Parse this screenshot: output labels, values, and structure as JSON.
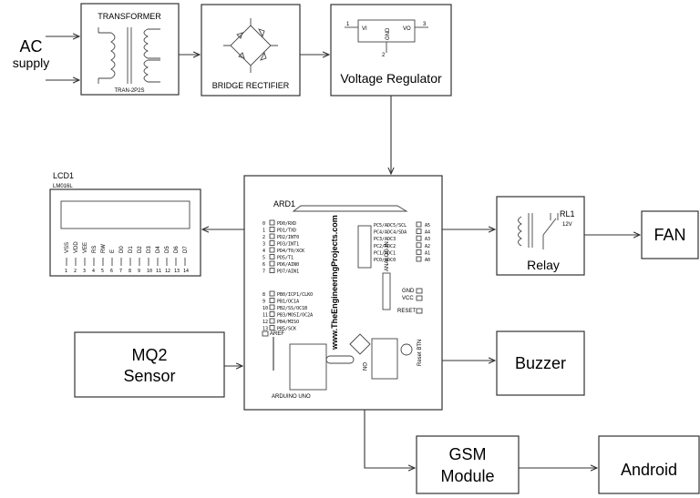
{
  "blocks": {
    "ac_supply": {
      "line1": "AC",
      "line2": "supply"
    },
    "transformer": {
      "label": "TRANSFORMER",
      "part": "TRAN-2P2S"
    },
    "rectifier": {
      "label": "BRIDGE RECTIFIER"
    },
    "regulator": {
      "label": "Voltage Regulator",
      "pin_vi": "VI",
      "pin_vo": "VO",
      "pin_gnd": "GND",
      "pin1": "1",
      "pin2": "2",
      "pin3": "3"
    },
    "lcd": {
      "name": "LCD1",
      "model": "LM016L",
      "pins": [
        "VSS",
        "VDD",
        "VEE",
        "RS",
        "RW",
        "E",
        "D0",
        "D1",
        "D2",
        "D3",
        "D4",
        "D5",
        "D6",
        "D7"
      ]
    },
    "arduino": {
      "name": "ARD1",
      "board": "ARDUINO UNO",
      "website": "www.TheEngineeringProjects.com",
      "reset_btn": "Reset BTN",
      "on": "ON",
      "analog_in": "ANALOG IN",
      "aref": "AREF",
      "gnd": "GND",
      "vcc": "VCC",
      "reset": "RESET"
    },
    "mq2": {
      "line1": "MQ2",
      "line2": "Sensor"
    },
    "relay": {
      "label": "Relay",
      "name": "RL1",
      "voltage": "12V"
    },
    "fan": {
      "label": "FAN"
    },
    "buzzer": {
      "label": "Buzzer"
    },
    "gsm": {
      "line1": "GSM",
      "line2": "Module"
    },
    "android": {
      "label": "Android"
    }
  },
  "arduino_pins": {
    "digital_left": [
      "0",
      "1",
      "2",
      "3",
      "4",
      "5",
      "6",
      "7",
      "8",
      "9",
      "10",
      "11",
      "12",
      "13"
    ],
    "digital_labels": [
      "PD0/RXD",
      "PD1/TXD",
      "PD2/INT0",
      "PD3/INT1",
      "PD4/T0/XCK",
      "PD5/T1",
      "PD6/AIN0",
      "PD7/AIN1",
      "PB0/ICP1/CLKO",
      "PB1/OC1A",
      "PB2/SS/OC1B",
      "PB3/MOSI/OC2A",
      "PB4/MISO",
      "PB5/SCK"
    ],
    "analog_right": [
      "A5",
      "A4",
      "A3",
      "A2",
      "A1",
      "A0"
    ],
    "analog_labels": [
      "PC5/ADC5/SCL",
      "PC4/ADC4/SDA",
      "PC3/ADC3",
      "PC2/ADC2",
      "PC1/ADC1",
      "PC0/ADC0"
    ]
  }
}
